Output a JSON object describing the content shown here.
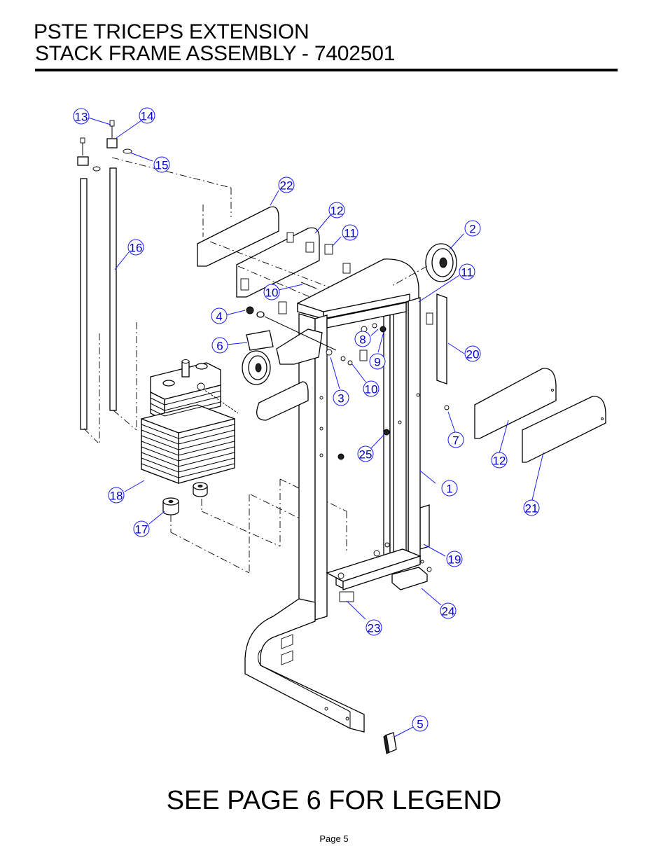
{
  "title": {
    "line1": "PSTE TRICEPS EXTENSION",
    "line2": "STACK FRAME ASSEMBLY - 7402501"
  },
  "legend_note": "SEE PAGE 6 FOR LEGEND",
  "page_number": "Page 5",
  "callouts": {
    "c1": "1",
    "c2": "2",
    "c3": "3",
    "c4": "4",
    "c5": "5",
    "c6": "6",
    "c7": "7",
    "c8": "8",
    "c9": "9",
    "c10a": "10",
    "c10b": "10",
    "c11a": "11",
    "c11b": "11",
    "c12a": "12",
    "c12b": "12",
    "c13": "13",
    "c14": "14",
    "c15": "15",
    "c16": "16",
    "c17": "17",
    "c18": "18",
    "c19": "19",
    "c20": "20",
    "c21": "21",
    "c22": "22",
    "c23": "23",
    "c24": "24",
    "c25": "25"
  },
  "colors": {
    "callout": "#1a1aff",
    "callout_text": "#0000cc",
    "ink": "#000000"
  }
}
